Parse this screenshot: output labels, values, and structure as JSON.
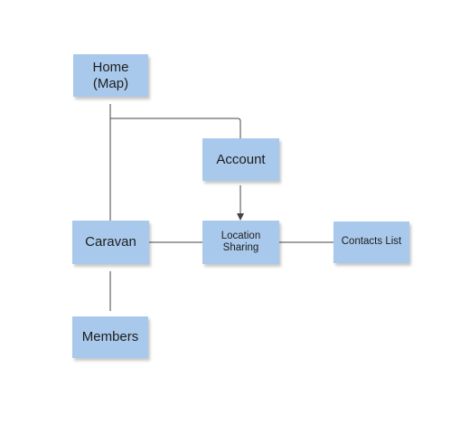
{
  "nodes": {
    "home": "Home\n(Map)",
    "account": "Account",
    "caravan": "Caravan",
    "location_sharing": "Location\nSharing",
    "contacts_list": "Contacts List",
    "members": "Members"
  },
  "colors": {
    "note_fill": "#a9c9ec",
    "connector": "#444444",
    "text": "#1d1d1d",
    "background": "#ffffff"
  }
}
